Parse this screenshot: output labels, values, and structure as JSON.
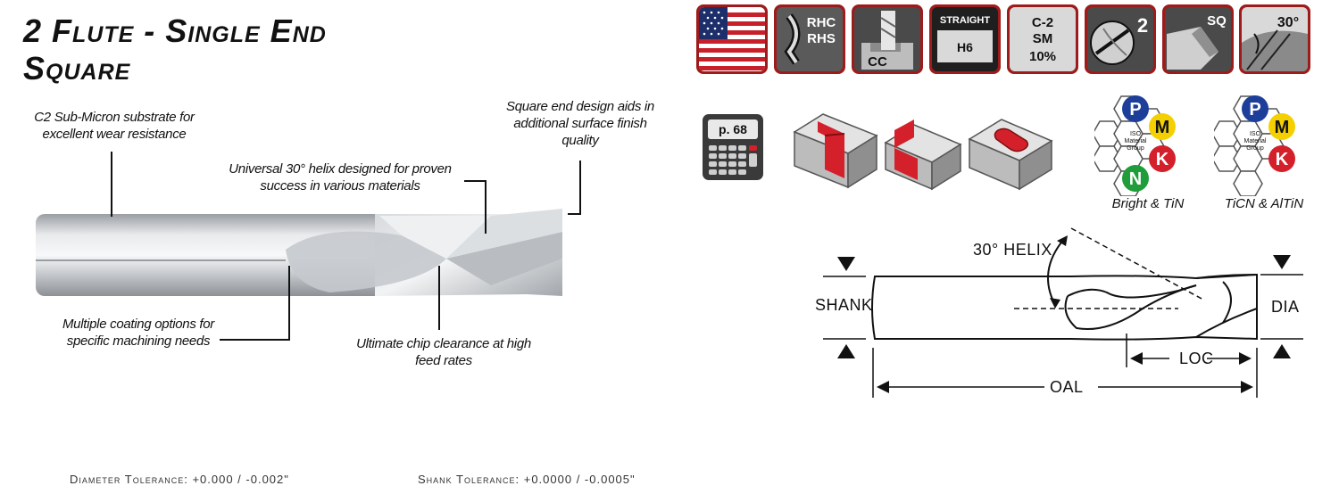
{
  "title": {
    "line1": "2 Flute - Single End",
    "line2": "Square"
  },
  "callouts": {
    "substrate": [
      "C2 Sub-Micron substrate for",
      "excellent wear resistance"
    ],
    "helix": [
      "Universal 30° helix designed for proven",
      "success in various materials"
    ],
    "square_end": [
      "Square end design aids in",
      "additional surface finish",
      "quality"
    ],
    "coating": [
      "Multiple coating options for",
      "specific machining needs"
    ],
    "chip": [
      "Ultimate chip clearance at high",
      "feed rates"
    ]
  },
  "icons": {
    "rhc_line1": "RHC",
    "rhc_line2": "RHS",
    "cc": "CC",
    "straight": "STRAIGHT",
    "h6": "H6",
    "grade_line1": "C-2",
    "grade_line2": "SM",
    "grade_line3": "10%",
    "flutes": "2",
    "sq": "SQ",
    "helix_angle": "30°"
  },
  "page_ref": "p. 68",
  "iso_groups": {
    "bright_tin": {
      "letters": [
        "P",
        "M",
        "K",
        "N"
      ],
      "center": [
        "ISO",
        "Material",
        "Group"
      ],
      "label": "Bright & TiN"
    },
    "ticn_altin": {
      "letters": [
        "P",
        "M",
        "K"
      ],
      "center": [
        "ISO",
        "Material",
        "Group"
      ],
      "label": "TiCN & AlTiN"
    }
  },
  "diagram": {
    "helix": "30° HELIX",
    "shank": "SHANK",
    "dia": "DIA",
    "loc": "LOC",
    "oal": "OAL"
  },
  "tolerances": {
    "diameter": "Diameter Tolerance: +0.000 / -0.002\"",
    "shank": "Shank Tolerance: +0.0000 / -0.0005\""
  },
  "colors": {
    "accent_red": "#9e1b1b",
    "iso_p": "#1d3f9a",
    "iso_m": "#f5d000",
    "iso_k": "#d4202a",
    "iso_n": "#1f9d3a"
  }
}
